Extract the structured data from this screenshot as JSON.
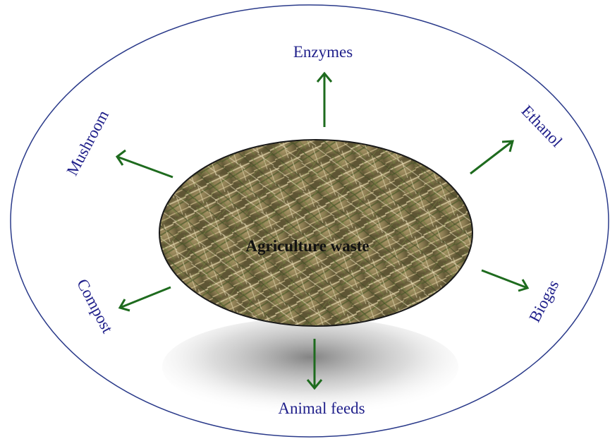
{
  "center": {
    "label": "Agriculture waste"
  },
  "products": {
    "top": "Enzymes",
    "top_right": "Ethanol",
    "right": "Biogas",
    "bottom": "Animal feeds",
    "left": "Compost",
    "top_left": "Mushroom"
  },
  "colors": {
    "label_text": "#1f1f8a",
    "arrow": "#1e6b1e",
    "outer_ring": "#2a3a8a",
    "center_outline": "#1a1a1a"
  }
}
